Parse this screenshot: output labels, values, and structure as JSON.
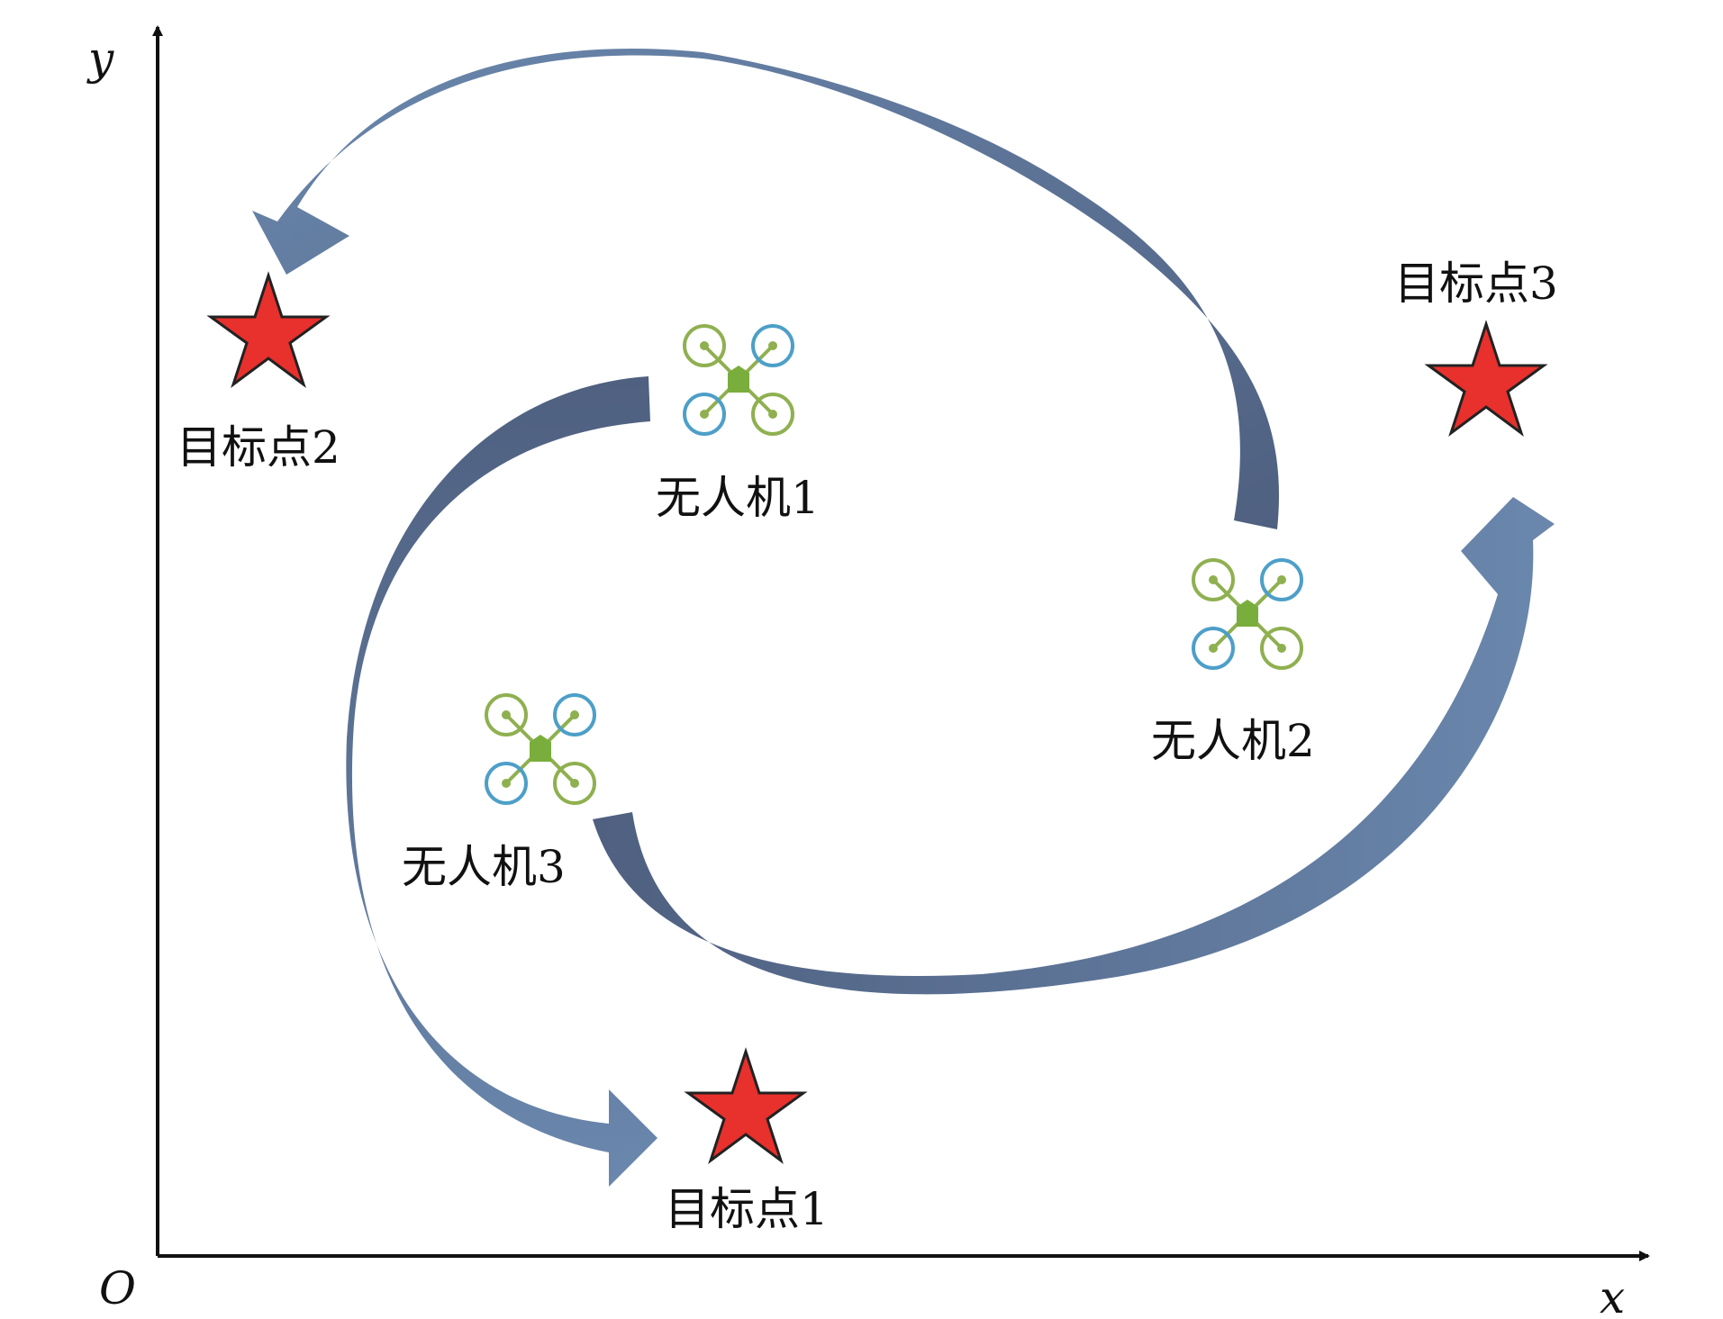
{
  "axes": {
    "origin": "O",
    "x": "x",
    "y": "y"
  },
  "targets": [
    {
      "id": 1,
      "label": "目标点1"
    },
    {
      "id": 2,
      "label": "目标点2"
    },
    {
      "id": 3,
      "label": "目标点3"
    }
  ],
  "drones": [
    {
      "id": 1,
      "label": "无人机1"
    },
    {
      "id": 2,
      "label": "无人机2"
    },
    {
      "id": 3,
      "label": "无人机3"
    }
  ],
  "colors": {
    "arrow_dark": "#556682",
    "arrow_light": "#6a87ad",
    "star": "#e8302c",
    "drone_green": "#8fb050",
    "drone_body": "#7aae3c",
    "drone_blue": "#4d9fc8"
  }
}
